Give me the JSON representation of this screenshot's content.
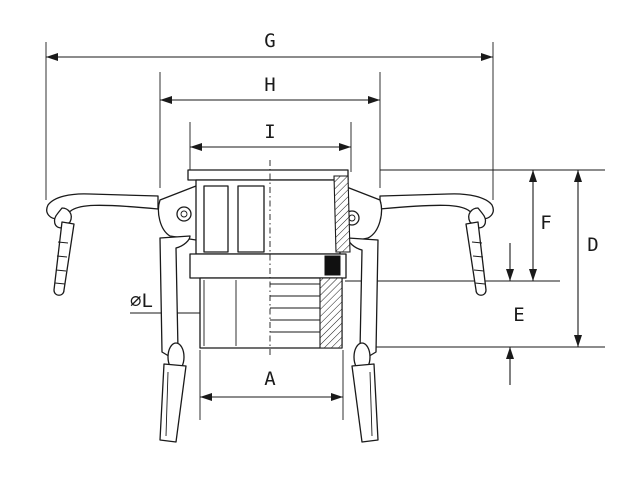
{
  "labels": {
    "G": "G",
    "H": "H",
    "I": "I",
    "D": "D",
    "F": "F",
    "E": "E",
    "A": "A",
    "L": "⌀L"
  },
  "colors": {
    "ink": "#1a1a1a",
    "seal": "#111111",
    "background": "#ffffff"
  }
}
